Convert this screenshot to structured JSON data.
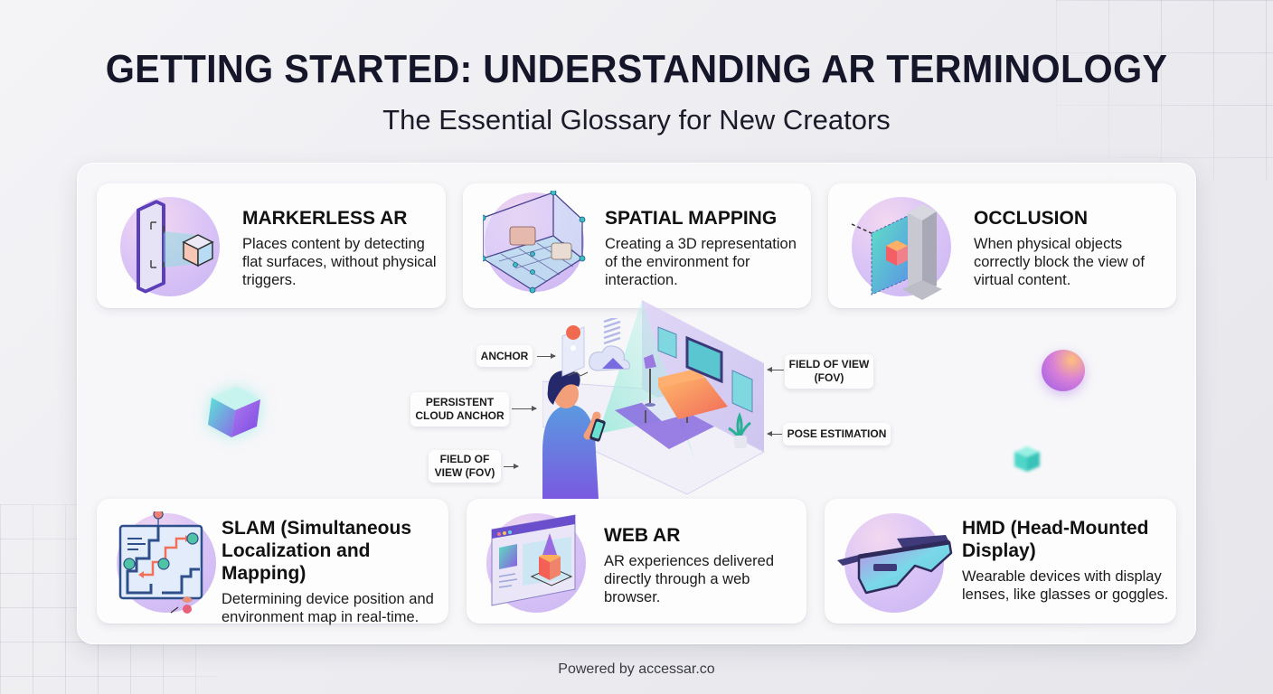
{
  "header": {
    "title": "GETTING STARTED: UNDERSTANDING AR TERMINOLOGY",
    "subtitle": "The Essential Glossary for New Creators"
  },
  "cards": [
    {
      "icon": "phone-cube-icon",
      "term": "MARKERLESS AR",
      "definition": "Places content by detecting flat surfaces, without physical triggers."
    },
    {
      "icon": "room-mesh-icon",
      "term": "SPATIAL MAPPING",
      "definition": "Creating a 3D representation of the environment for interaction."
    },
    {
      "icon": "pillar-occlusion-icon",
      "term": "OCCLUSION",
      "definition": "When physical objects correctly block the view of virtual content."
    },
    {
      "icon": "slam-map-icon",
      "term": "SLAM (Simultaneous Localization and Mapping)",
      "definition": "Determining device position and environment map in real-time."
    },
    {
      "icon": "browser-cube-icon",
      "term": "WEB AR",
      "definition": "AR experiences delivered directly through a web browser."
    },
    {
      "icon": "smart-glasses-icon",
      "term": "HMD (Head-Mounted Display)",
      "definition": "Wearable devices with display lenses, like glasses or goggles."
    }
  ],
  "diagram": {
    "labels": [
      {
        "id": "anchor",
        "text": "ANCHOR",
        "arrow": "right"
      },
      {
        "id": "persistent-cloud-anchor",
        "text": "PERSISTENT CLOUD ANCHOR",
        "arrow": "right"
      },
      {
        "id": "field-of-view-left",
        "text": "FIELD OF VIEW (FOV)",
        "arrow": "right"
      },
      {
        "id": "field-of-view-right",
        "text": "FIELD OF VIEW (FOV)",
        "arrow": "left"
      },
      {
        "id": "pose-estimation",
        "text": "POSE ESTIMATION",
        "arrow": "left"
      }
    ],
    "illustration": "person-with-phone-ar-room-illustration"
  },
  "footer": {
    "text": "Powered by accessar.co"
  },
  "colors": {
    "title": "#16162b",
    "accent_purple": "#6b4fd0",
    "accent_teal": "#3ccfc0",
    "accent_coral": "#f0705a",
    "disc_lilac": "#d8c5f5",
    "background": "#ececf0"
  }
}
